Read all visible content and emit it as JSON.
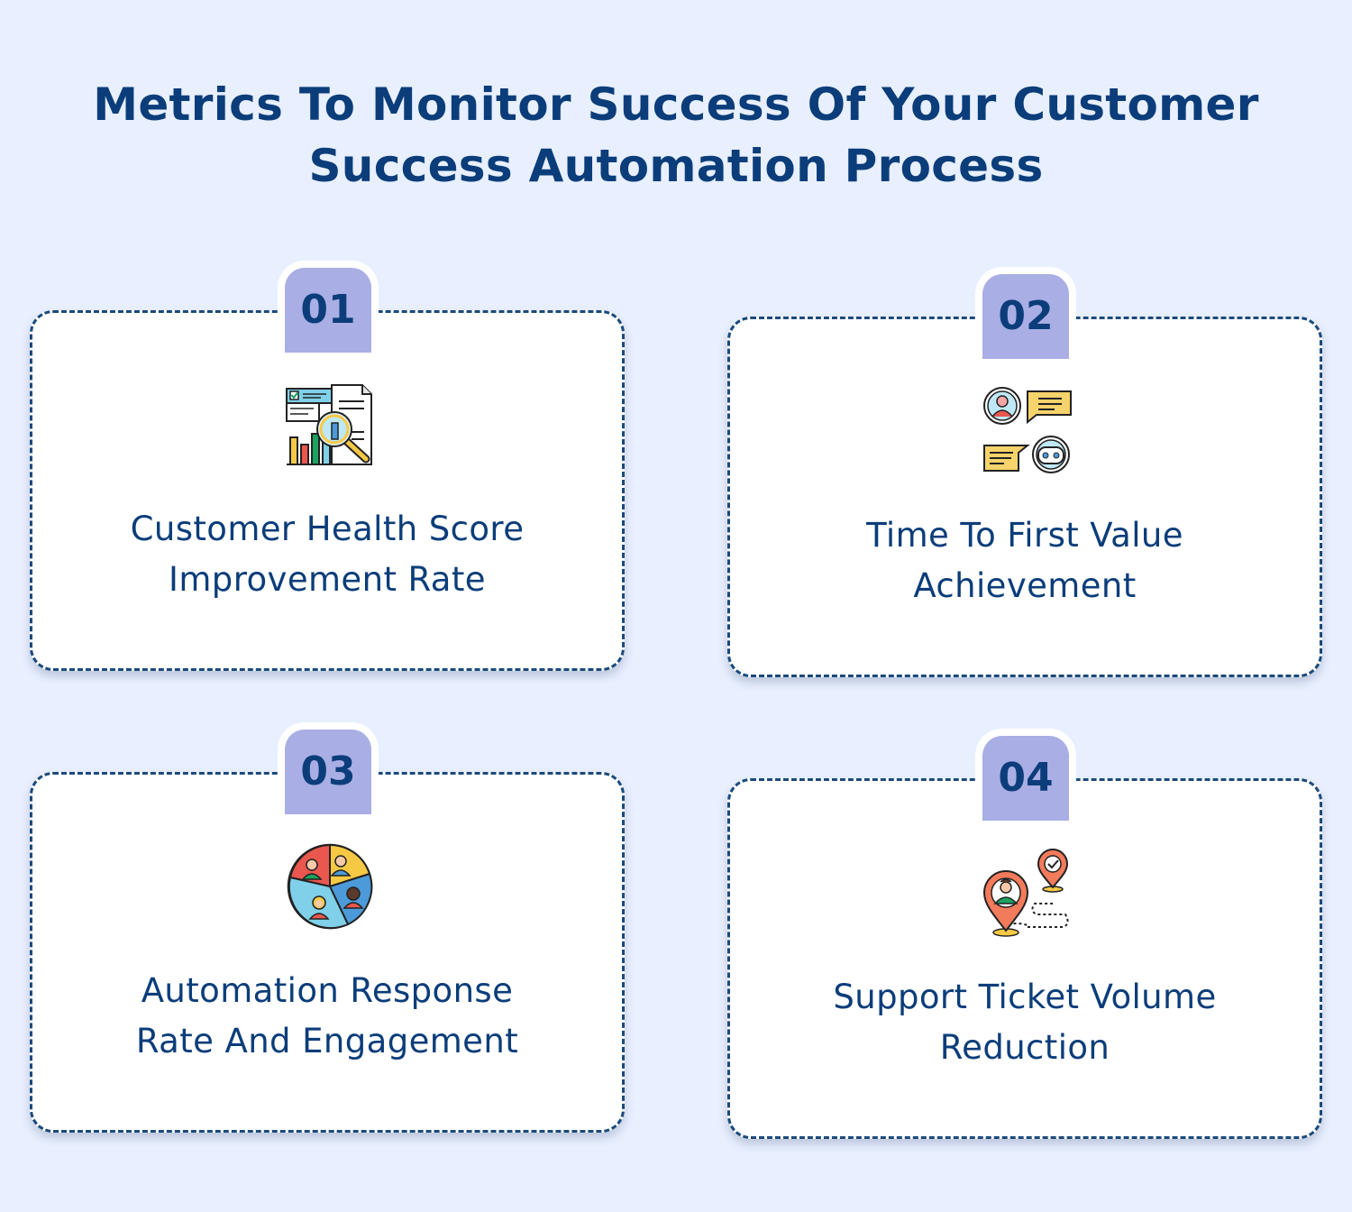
{
  "title": {
    "line1": "Metrics To Monitor Success Of Your Customer",
    "line2": "Success Automation Process"
  },
  "cards": [
    {
      "number": "01",
      "icon": "report-analytics-icon",
      "label_line1": "Customer Health Score",
      "label_line2": "Improvement Rate"
    },
    {
      "number": "02",
      "icon": "chatbot-conversation-icon",
      "label_line1": "Time To First Value",
      "label_line2": "Achievement"
    },
    {
      "number": "03",
      "icon": "team-engagement-icon",
      "label_line1": "Automation Response",
      "label_line2": "Rate And Engagement"
    },
    {
      "number": "04",
      "icon": "customer-journey-icon",
      "label_line1": "Support Ticket Volume",
      "label_line2": "Reduction"
    }
  ],
  "colors": {
    "background": "#e8efff",
    "heading": "#0b3d7a",
    "badge": "#a9aee4",
    "card_border": "#1b4a7c"
  }
}
